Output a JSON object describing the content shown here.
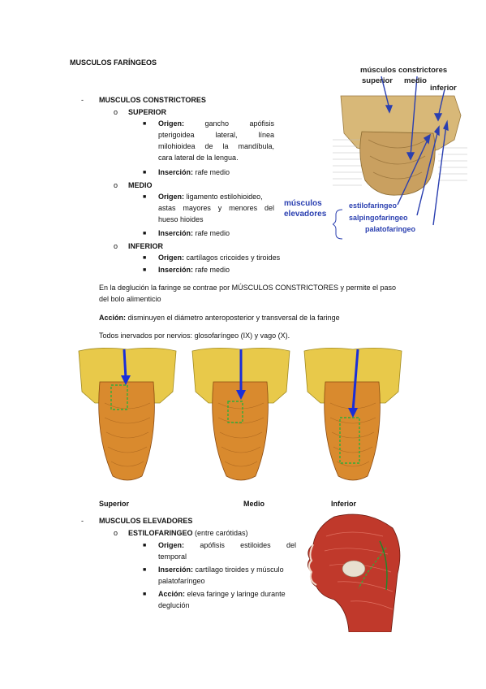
{
  "title": "MUSCULOS FARÍNGEOS",
  "constrictores": {
    "heading": "MUSCULOS CONSTRICTORES",
    "superior": {
      "name": "SUPERIOR",
      "origen_label": "Origen:",
      "origen_line1_a": "gancho",
      "origen_line1_b": "apófisis",
      "origen_line2_a": "pterigoidea",
      "origen_line2_b": "lateral,",
      "origen_line2_c": "línea",
      "origen_line3": "milohioidea de la mandíbula,",
      "origen_line4": "cara lateral de la lengua.",
      "insercion_label": "Inserción:",
      "insercion_value": "rafe medio"
    },
    "medio": {
      "name": "MEDIO",
      "origen_label": "Origen:",
      "origen_line1": "ligamento estilohioideo,",
      "origen_line2": "astas mayores y menores del",
      "origen_line3": "hueso hioides",
      "insercion_label": "Inserción:",
      "insercion_value": "rafe medio"
    },
    "inferior": {
      "name": "INFERIOR",
      "origen_label": "Origen:",
      "origen_value": "cartílagos cricoides y tiroides",
      "insercion_label": "Inserción:",
      "insercion_value": "rafe medio"
    }
  },
  "paragraphs": {
    "deglucion_line1": "En la deglución la faringe se contrae por MÚSCULOS CONSTRICTORES y permite el paso",
    "deglucion_line2": "del bolo alimenticio",
    "accion_label": "Acción:",
    "accion_value": "disminuyen el diámetro anteroposterior y transversal de la faringe",
    "inervacion": "Todos inervados por nervios: glosofaríngeo (IX) y vago (X)."
  },
  "top_figure": {
    "title": "músculos constrictores",
    "superior": "superior",
    "medio": "medio",
    "inferior": "inferior",
    "elevadores_line1": "músculos",
    "elevadores_line2": "elevadores",
    "estilofaringeo": "estilofaringeo",
    "salpingofaringeo": "salpingofaringeo",
    "palatofaringeo": "palatofaringeo"
  },
  "figure_labels": {
    "superior": "Superior",
    "medio": "Medio",
    "inferior": "Inferior"
  },
  "elevadores": {
    "heading": "MUSCULOS ELEVADORES",
    "estilo_name": "ESTILOFARINGEO",
    "estilo_note": "(entre carótidas)",
    "origen_label": "Origen:",
    "origen_a": "apófisis",
    "origen_b": "estiloides",
    "origen_c": "del",
    "origen_line2": "temporal",
    "insercion_label": "Inserción:",
    "insercion_line1": "cartílago tiroides y músculo",
    "insercion_line2": "palatofaríngeo",
    "accion_label": "Acción:",
    "accion_line1": "eleva faringe y laringe durante",
    "accion_line2": "deglución"
  },
  "colors": {
    "label_blue": "#2a3fb0",
    "arrow_blue": "#1a2ed8",
    "muscle_orange": "#d98a2e",
    "bone_yellow": "#e8c94a",
    "green_dash": "#2fae3a"
  }
}
